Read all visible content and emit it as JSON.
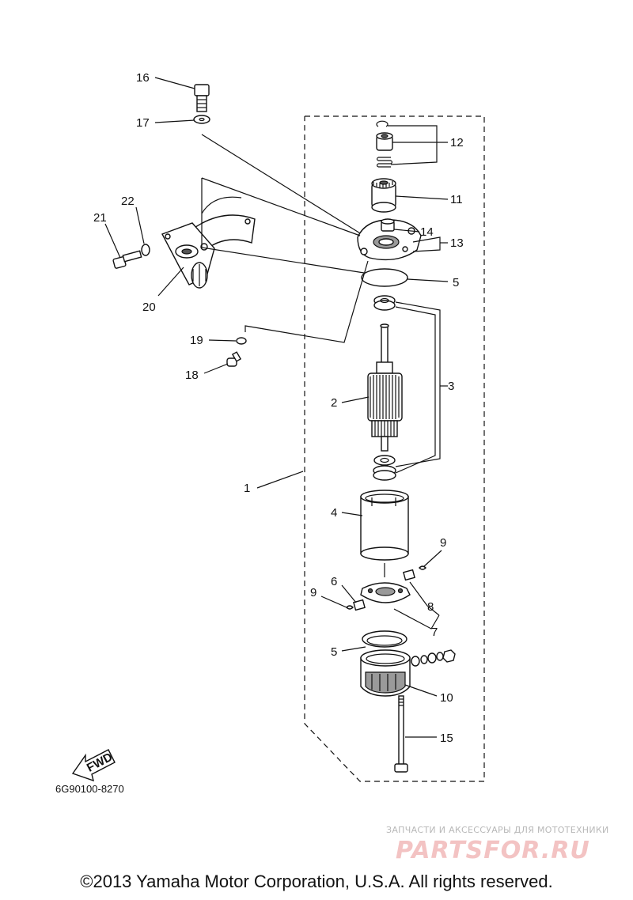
{
  "diagram": {
    "callouts": [
      {
        "id": "c16",
        "label": "16"
      },
      {
        "id": "c17",
        "label": "17"
      },
      {
        "id": "c12",
        "label": "12"
      },
      {
        "id": "c11",
        "label": "11"
      },
      {
        "id": "c22",
        "label": "22"
      },
      {
        "id": "c21",
        "label": "21"
      },
      {
        "id": "c14",
        "label": "14"
      },
      {
        "id": "c13",
        "label": "13"
      },
      {
        "id": "c5a",
        "label": "5"
      },
      {
        "id": "c20",
        "label": "20"
      },
      {
        "id": "c19",
        "label": "19"
      },
      {
        "id": "c3",
        "label": "3"
      },
      {
        "id": "c18",
        "label": "18"
      },
      {
        "id": "c2",
        "label": "2"
      },
      {
        "id": "c1",
        "label": "1"
      },
      {
        "id": "c4",
        "label": "4"
      },
      {
        "id": "c9a",
        "label": "9"
      },
      {
        "id": "c6",
        "label": "6"
      },
      {
        "id": "c9b",
        "label": "9"
      },
      {
        "id": "c8",
        "label": "8"
      },
      {
        "id": "c7",
        "label": "7"
      },
      {
        "id": "c5b",
        "label": "5"
      },
      {
        "id": "c10",
        "label": "10"
      },
      {
        "id": "c15",
        "label": "15"
      }
    ],
    "fwd_label": "FWD",
    "part_code": "6G90100-8270"
  },
  "watermark": {
    "tagline": "ЗАПЧАСТИ И АКСЕССУАРЫ ДЛЯ МОТОТЕХНИКИ",
    "logo": "PARTSFOR.RU"
  },
  "copyright": "©2013 Yamaha Motor Corporation, U.S.A. All rights reserved."
}
